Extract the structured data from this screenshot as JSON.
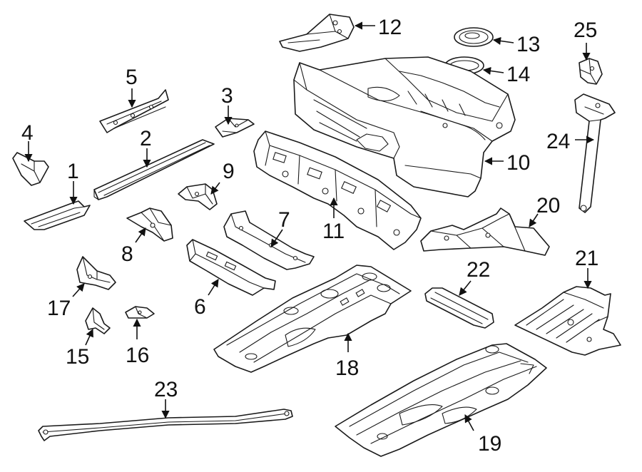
{
  "callouts": {
    "c1": "1",
    "c2": "2",
    "c3": "3",
    "c4": "4",
    "c5": "5",
    "c6": "6",
    "c7": "7",
    "c8": "8",
    "c9": "9",
    "c10": "10",
    "c11": "11",
    "c12": "12",
    "c13": "13",
    "c14": "14",
    "c15": "15",
    "c16": "16",
    "c17": "17",
    "c18": "18",
    "c19": "19",
    "c20": "20",
    "c21": "21",
    "c22": "22",
    "c23": "23",
    "c24": "24",
    "c25": "25"
  },
  "colors": {
    "line": "#1a1a1a",
    "background": "#ffffff"
  }
}
